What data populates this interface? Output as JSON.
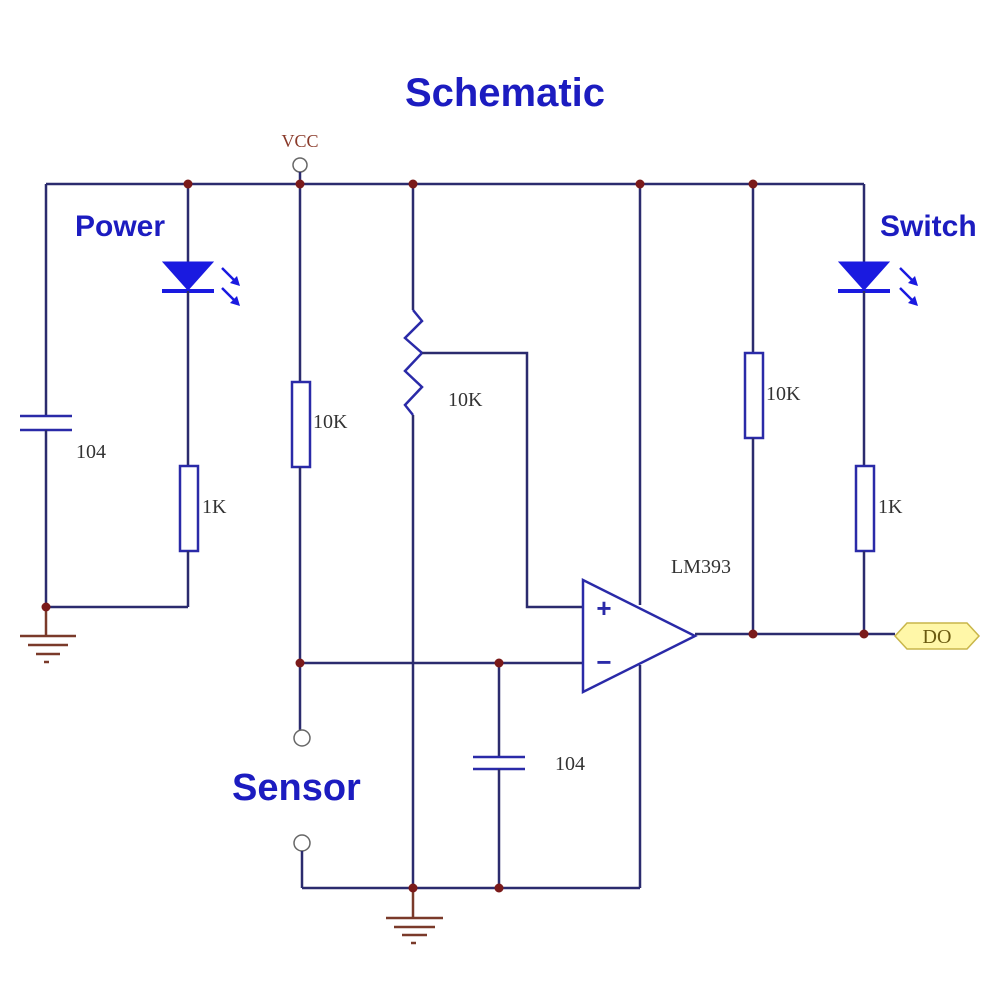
{
  "title": "Schematic",
  "labels": {
    "power": "Power",
    "switch": "Switch",
    "sensor": "Sensor",
    "vcc": "VCC",
    "output": "DO",
    "comparator": "LM393"
  },
  "components": {
    "power_capacitor": "104",
    "power_resistor": "1K",
    "sensor_pullup_resistor": "10K",
    "potentiometer": "10K",
    "output_pullup_resistor": "10K",
    "switch_resistor": "1K",
    "filter_capacitor": "104"
  },
  "opamp_pins": {
    "plus": "+",
    "minus": "−"
  },
  "colors": {
    "title_blue": "#1c1cc0",
    "wire": "#2b2b6e",
    "node": "#7a1a1a",
    "led": "#1a1ae0",
    "do_tag": "#fff7a8"
  }
}
